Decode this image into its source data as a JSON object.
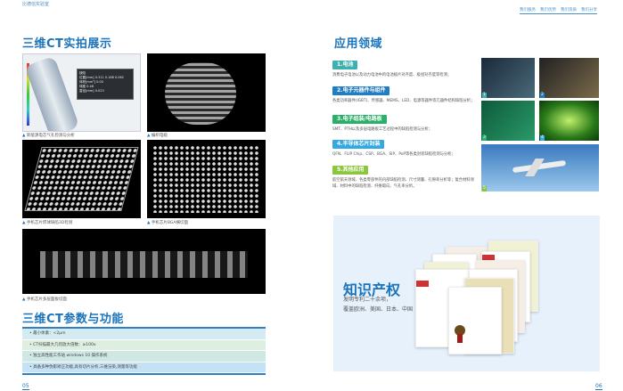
{
  "header": {
    "brand": "比德信实验室",
    "nav": [
      "我们服务",
      "我们优势",
      "我们资质",
      "我们分享"
    ]
  },
  "left": {
    "gallery_title": "三维CT实拍展示",
    "images": [
      {
        "caption": "新能源电芯气孔检测与分析",
        "panel": {
          "title": "缺陷",
          "rows": [
            [
              "位置[mm]",
              "0.311  0.188  0.062"
            ],
            [
              "体积[mm³]",
              "0.00"
            ],
            [
              "球度",
              "0.48"
            ],
            [
              "直径[mm]",
              "0.023"
            ]
          ]
        }
      },
      {
        "caption": "编织电缆"
      },
      {
        "caption": "手机芯片焊球缺陷3D检测"
      },
      {
        "caption": "手机芯片BGA横切面"
      },
      {
        "caption": "手机芯片多层面板切面"
      }
    ],
    "params_title": "三维CT参数与功能",
    "params": [
      "• 最小体素：<2μm",
      "• CT扫描最大几何放大倍数：≥100x",
      "• 独立高性能工作站 windows 10 操作系统",
      "• 具备多种伪影矫正功能,具有切片分析,三维渲染,测量等功能"
    ],
    "page": "05"
  },
  "right": {
    "title": "应用领域",
    "apps": [
      {
        "label": "1.电池",
        "color": "#3fb0b0",
        "desc": "消费电子电池以及动力电池中的电池极片对齐度、极组对齐度等检测；"
      },
      {
        "label": "2.电子元器件与组件",
        "color": "#1f7dc3",
        "desc": "各类功率器件(IGBT)、传感器、MEMS、LED、电源等器件等元器件结构缺陷分析；"
      },
      {
        "label": "3.电子组装/电路板",
        "color": "#2bb06a",
        "desc": "SMT、PTH以及多层电路板工艺过程中的缺陷检测与分析；"
      },
      {
        "label": "4.半导体芯片封装",
        "color": "#34a8e0",
        "desc": "QFN、FLIP Chip、CSP、BGA、SIP、PoP等各类封装缺陷检测与分析；"
      },
      {
        "label": "5.其他应用",
        "color": "#8cc63f",
        "desc": "航空航天领域、各类零部件的内部缺陷检测、尺寸测量、孔隙率分析等；复合材料领域、材料中的缺陷检测、纤维取向、气孔率分析。"
      }
    ],
    "photo_numbers": [
      "1",
      "2",
      "3",
      "4",
      "5"
    ],
    "ip": {
      "title": "知识产权",
      "lines": [
        "发明专利二十余项，",
        "覆盖欧洲、美国、日本、中国"
      ]
    },
    "page": "06"
  }
}
